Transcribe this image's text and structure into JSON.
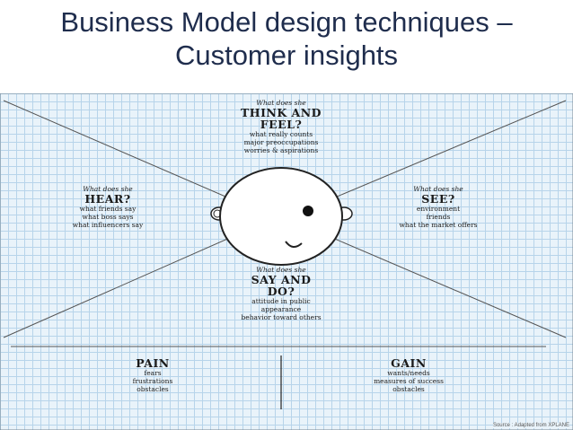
{
  "title": {
    "line1": "Business Model design techniques –",
    "line2": "Customer insights"
  },
  "think": {
    "question": "What does she",
    "heading1": "THINK AND",
    "heading2": "FEEL?",
    "items": [
      "what really counts",
      "major preoccupations",
      "worries & aspirations"
    ]
  },
  "hear": {
    "question": "What does she",
    "heading": "HEAR?",
    "items": [
      "what friends say",
      "what boss says",
      "what influencers say"
    ]
  },
  "see": {
    "question": "What does she",
    "heading": "SEE?",
    "items": [
      "environment",
      "friends",
      "what the market offers"
    ]
  },
  "say": {
    "question": "What does she",
    "heading1": "SAY AND",
    "heading2": "DO?",
    "items": [
      "attitude in public",
      "appearance",
      "behavior toward others"
    ]
  },
  "pain": {
    "heading": "PAIN",
    "items": [
      "fears",
      "frustrations",
      "obstacles"
    ]
  },
  "gain": {
    "heading": "GAIN",
    "items": [
      "wants/needs",
      "measures of success",
      "obstacles"
    ]
  },
  "source": "Source : Adapted from XPLANE",
  "colors": {
    "title": "#1f2d4d",
    "grid": "#b7d4ea",
    "paper": "#e9f3fa",
    "ink": "#1a1a1a"
  }
}
